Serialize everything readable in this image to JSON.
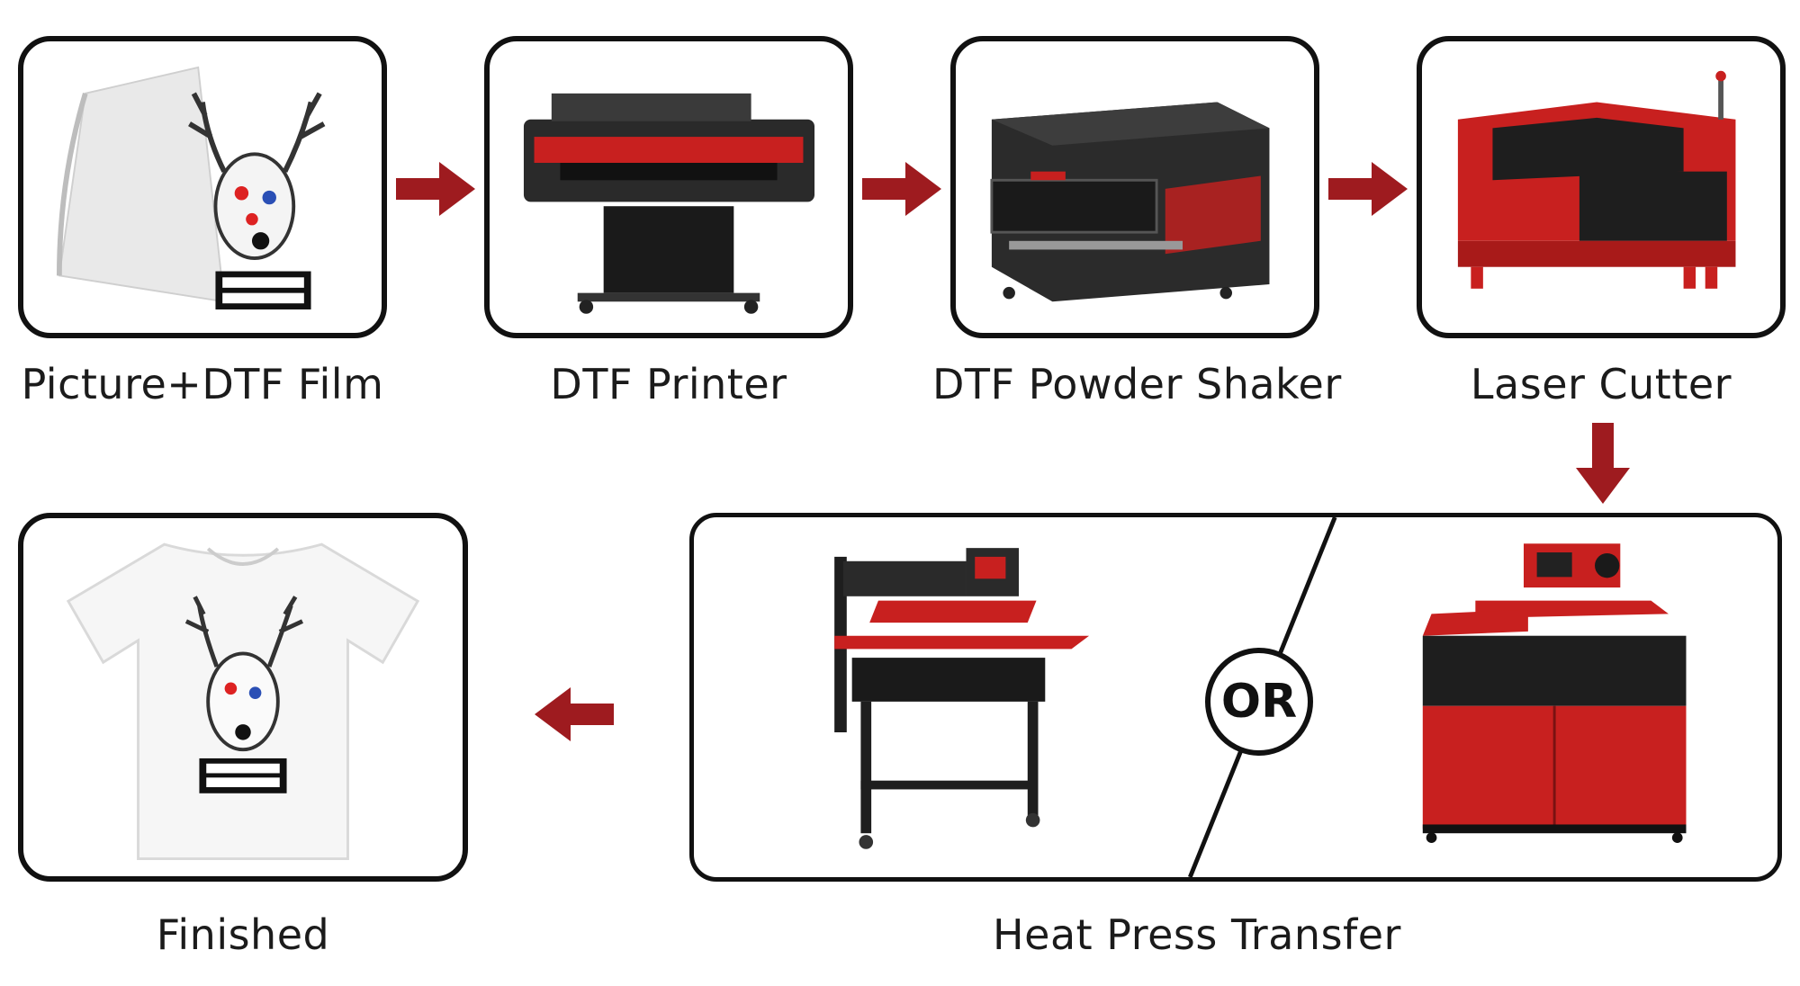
{
  "steps": [
    {
      "id": "film",
      "label": "Picture+DTF Film"
    },
    {
      "id": "printer",
      "label": "DTF Printer"
    },
    {
      "id": "shaker",
      "label": "DTF Powder Shaker"
    },
    {
      "id": "laser",
      "label": "Laser Cutter"
    },
    {
      "id": "heatpress",
      "label": "Heat Press Transfer"
    },
    {
      "id": "finished",
      "label": "Finished"
    }
  ],
  "or_label": "OR",
  "colors": {
    "arrow": "#9e1b1f",
    "border": "#111111",
    "machine_red": "#c8201f",
    "machine_black": "#1e1e1e"
  }
}
